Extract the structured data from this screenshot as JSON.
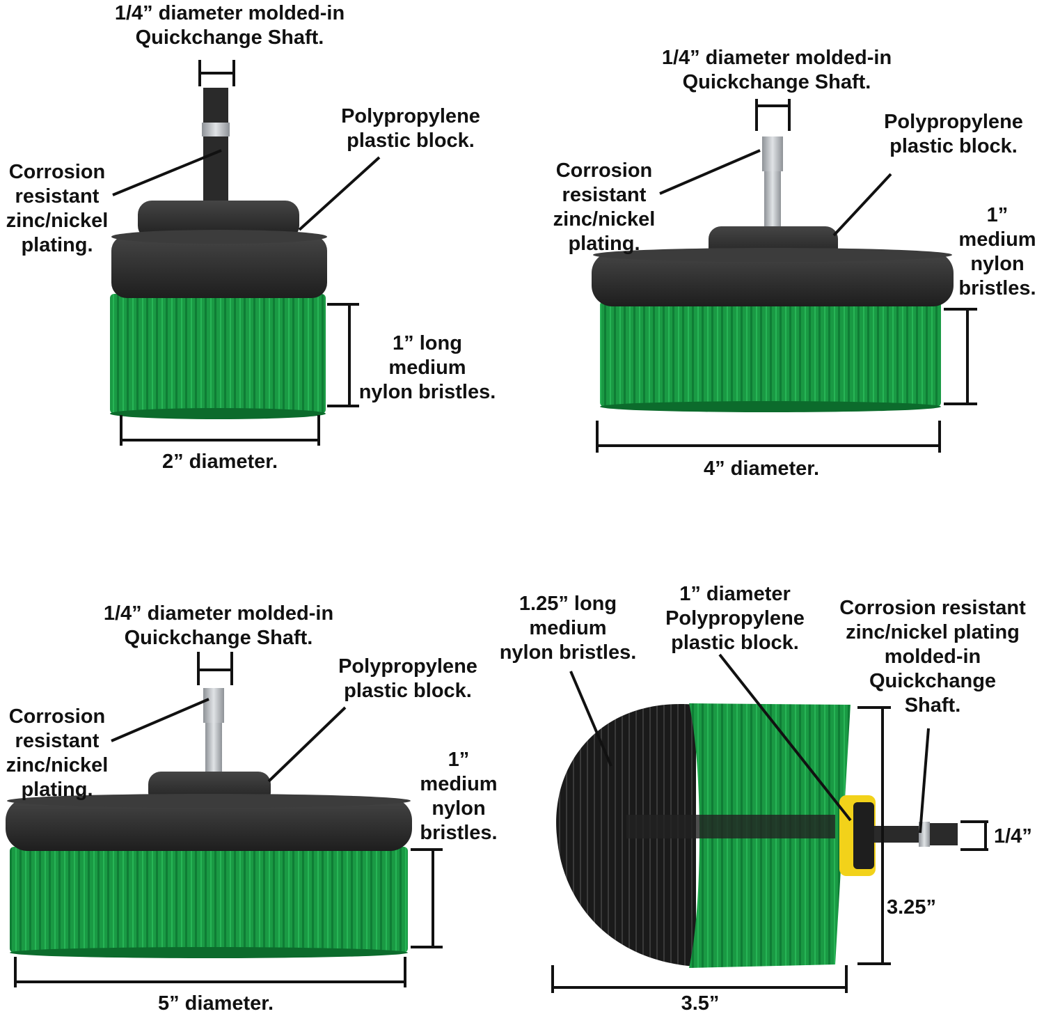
{
  "colors": {
    "bristle_green": "#1a9a44",
    "bristle_green_dark": "#0c6b2c",
    "bristle_black": "#1a1a1a",
    "block": "#2b2b2b",
    "block_highlight": "#4a4a4a",
    "shaft_steel": "#b9bcc0",
    "shaft_black": "#2a2a2a",
    "yellow_cap": "#f2d21a",
    "line": "#111111"
  },
  "brush_2in": {
    "shaft_label": [
      "1/4” diameter molded-in",
      "Quickchange Shaft."
    ],
    "block_label": [
      "Polypropylene",
      "plastic block."
    ],
    "plating_label": [
      "Corrosion",
      "resistant",
      "zinc/nickel",
      "plating."
    ],
    "bristle_label": [
      "1” long",
      "medium",
      "nylon bristles."
    ],
    "diameter_label": "2” diameter."
  },
  "brush_4in": {
    "shaft_label": [
      "1/4” diameter molded-in",
      "Quickchange Shaft."
    ],
    "block_label": [
      "Polypropylene",
      "plastic block."
    ],
    "plating_label": [
      "Corrosion",
      "resistant",
      "zinc/nickel",
      "plating."
    ],
    "bristle_label": [
      "1”",
      "medium",
      "nylon",
      "bristles."
    ],
    "diameter_label": "4” diameter."
  },
  "brush_5in": {
    "shaft_label": [
      "1/4” diameter molded-in",
      "Quickchange Shaft."
    ],
    "block_label": [
      "Polypropylene",
      "plastic block."
    ],
    "plating_label": [
      "Corrosion",
      "resistant",
      "zinc/nickel",
      "plating."
    ],
    "bristle_label": [
      "1”",
      "medium",
      "nylon",
      "bristles."
    ],
    "diameter_label": "5” diameter."
  },
  "brush_round": {
    "bristle_label": [
      "1.25” long",
      "medium",
      "nylon bristles."
    ],
    "block_label": [
      "1” diameter",
      "Polypropylene",
      "plastic block."
    ],
    "plating_label": [
      "Corrosion resistant",
      "zinc/nickel plating",
      "molded-in",
      "Quickchange",
      "Shaft."
    ],
    "shaft_dim": "1/4”",
    "height_dim": "3.25”",
    "length_dim": "3.5”"
  }
}
